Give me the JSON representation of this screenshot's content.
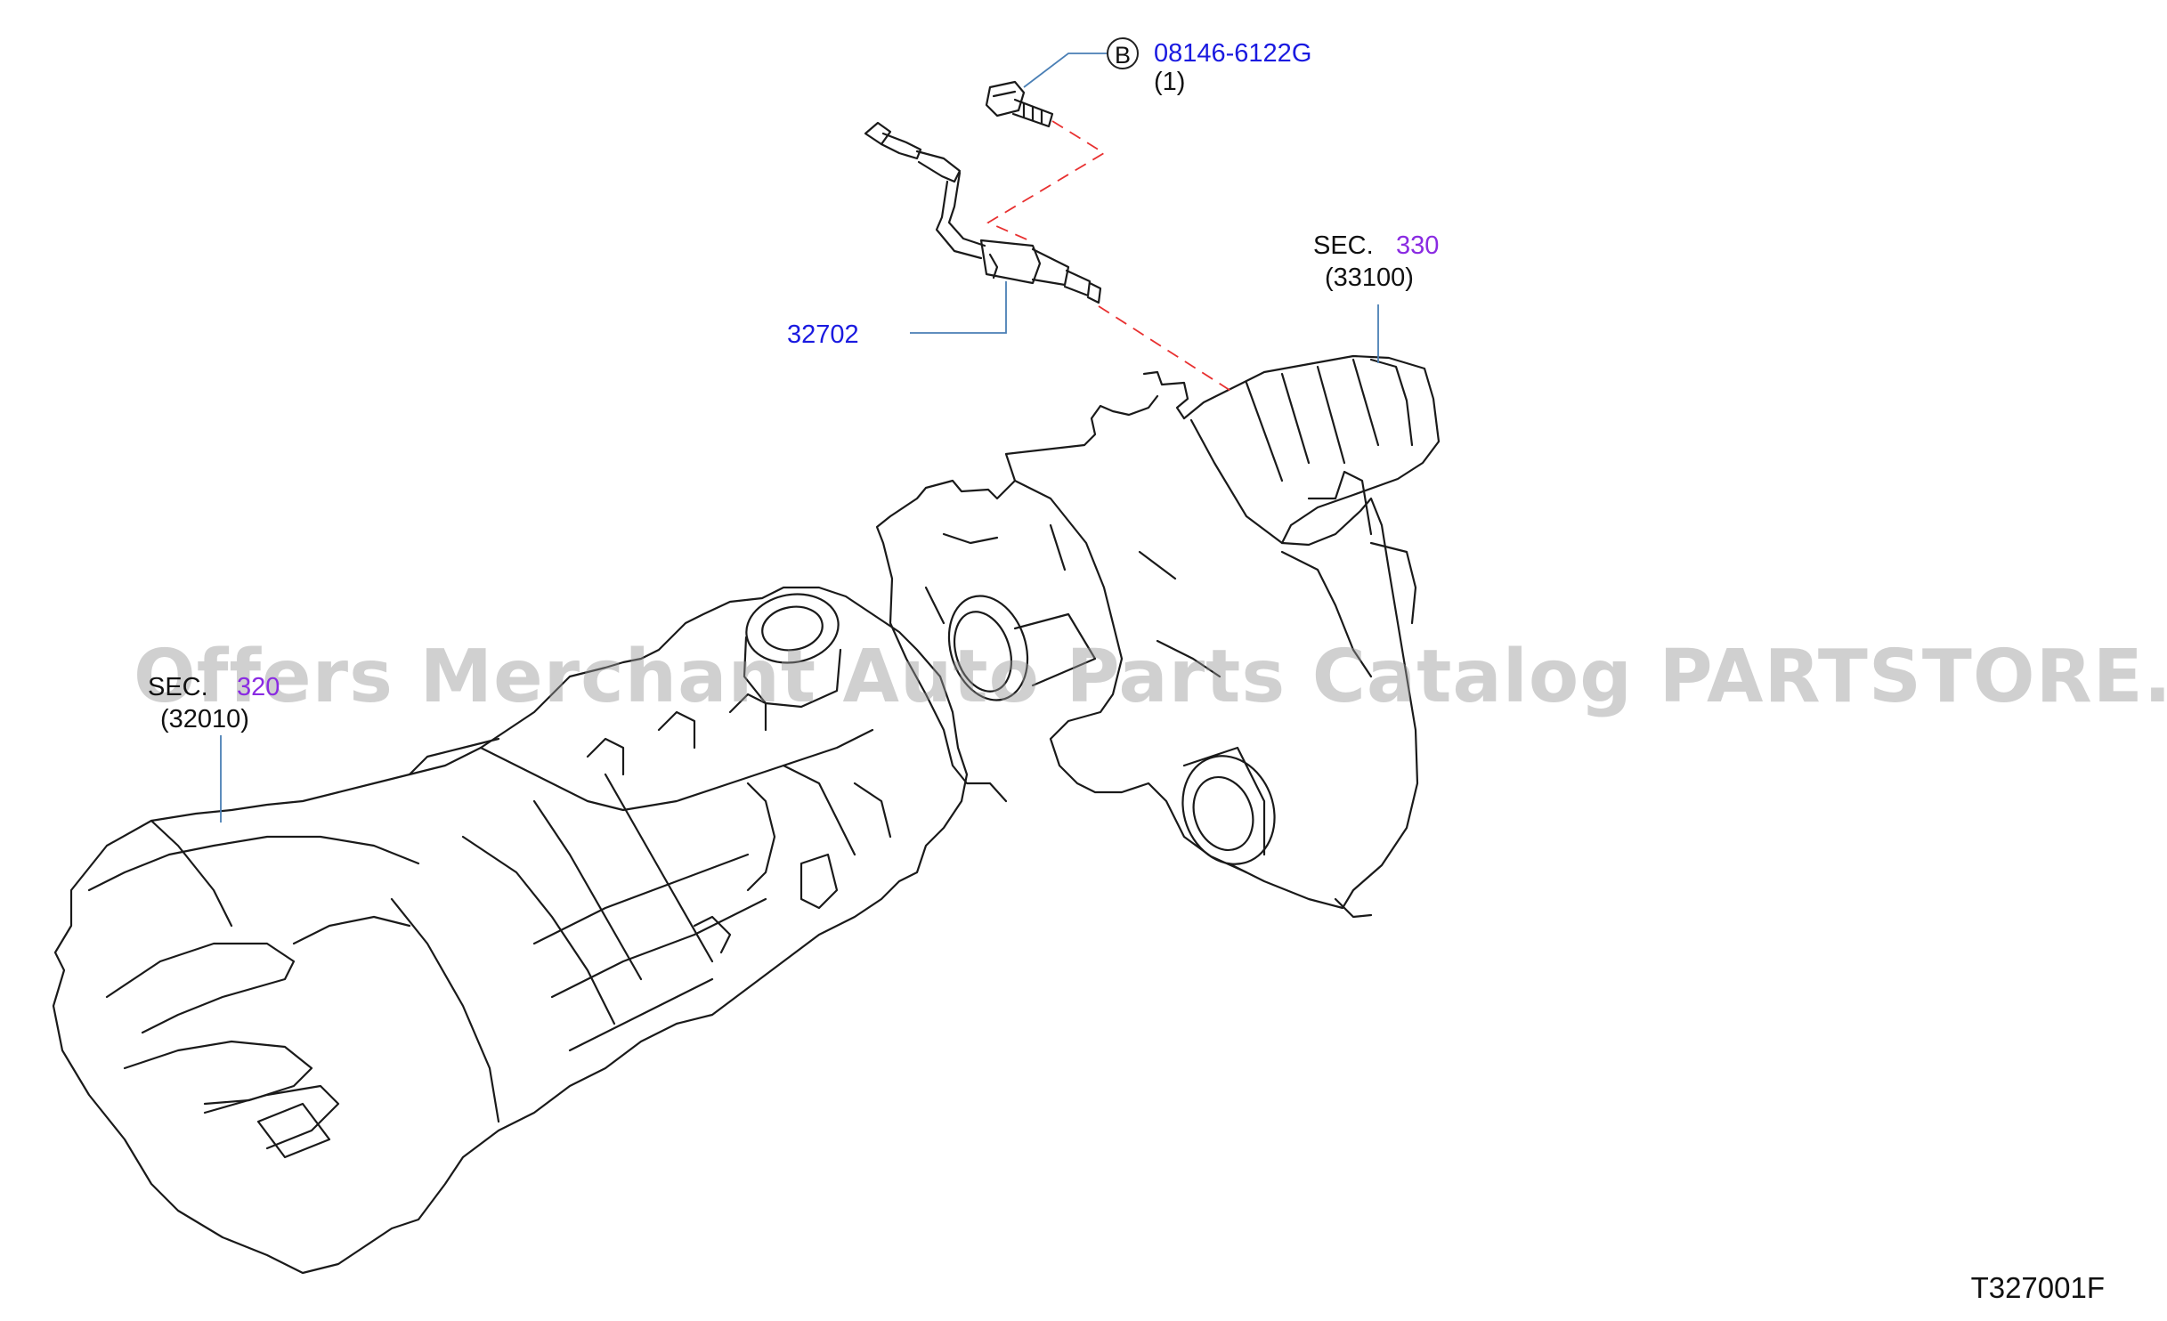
{
  "parts": {
    "bolt": {
      "circle_letter": "B",
      "part_number": "08146-6122G",
      "quantity": "(1)"
    },
    "sensor": {
      "part_number": "32702"
    }
  },
  "sections": {
    "transfer": {
      "prefix": "SEC.",
      "number": "330",
      "part": "(33100)"
    },
    "transmission": {
      "prefix": "SEC.",
      "number": "320",
      "part": "(32010)"
    }
  },
  "watermark": "Offers Merchant Auto Parts Catalog PARTSTORE.SA",
  "diagram_ref": "T327001F",
  "colors": {
    "part_link": "#1a1ae0",
    "section_link": "#8a2be2",
    "leader_line": "#4a7fb5",
    "dash_line": "#e83030",
    "outline": "#1a1a1a"
  }
}
